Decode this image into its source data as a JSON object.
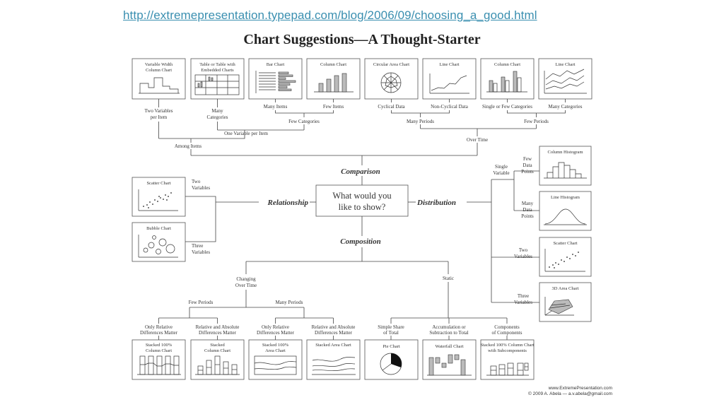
{
  "url": "http://extremepresentation.typepad.com/blog/2006/09/choosing_a_good.html",
  "title": "Chart Suggestions—A Thought-Starter",
  "center": [
    "What would you",
    "like to show?"
  ],
  "hubs": {
    "comparison": "Comparison",
    "relationship": "Relationship",
    "distribution": "Distribution",
    "composition": "Composition"
  },
  "top_charts": [
    [
      "Variable Width",
      "Column Chart"
    ],
    [
      "Table or Table with",
      "Embedded Charts"
    ],
    [
      "Bar Chart"
    ],
    [
      "Column Chart"
    ],
    [
      "Circular Area Chart"
    ],
    [
      "Line Chart"
    ],
    [
      "Column Chart"
    ],
    [
      "Line Chart"
    ]
  ],
  "comparison_labels": {
    "two_vars": [
      "Two Variables",
      "per Item"
    ],
    "many_cat": [
      "Many",
      "Categories"
    ],
    "many_items": "Many Items",
    "few_items": "Few Items",
    "cyclical": "Cyclical Data",
    "noncyclical": "Non-Cyclical Data",
    "single_few": "Single or Few Categories",
    "many_categories": "Many Categories",
    "few_categories": "Few Categories",
    "many_periods": "Many Periods",
    "few_periods": "Few Periods",
    "one_variable": "One Variable per Item",
    "among_items": "Among Items",
    "over_time": "Over Time"
  },
  "relationship": {
    "charts": [
      "Scatter Chart",
      "Bubble Chart"
    ],
    "labels": [
      [
        "Two",
        "Variables"
      ],
      [
        "Three",
        "Variables"
      ]
    ]
  },
  "distribution": {
    "charts": [
      "Column Histogram",
      "Line Histogram",
      "Scatter Chart",
      "3D Area Chart"
    ],
    "single_variable": [
      "Single",
      "Variable"
    ],
    "few_points": [
      "Few",
      "Data",
      "Points"
    ],
    "many_points": [
      "Many",
      "Data",
      "Points"
    ],
    "two_vars": [
      "Two",
      "Variables"
    ],
    "three_vars": [
      "Three",
      "Variables"
    ]
  },
  "composition": {
    "changing": [
      "Changing",
      "Over Time"
    ],
    "static": "Static",
    "few_periods": "Few Periods",
    "many_periods": "Many Periods",
    "labels": [
      [
        "Only Relative",
        "Differences Matter"
      ],
      [
        "Relative and Absolute",
        "Differences Matter"
      ],
      [
        "Only Relative",
        "Differences Matter"
      ],
      [
        "Relative and Absolute",
        "Differences Matter"
      ],
      [
        "Simple Share",
        "of Total"
      ],
      [
        "Accumulation or",
        "Subtraction to Total"
      ],
      [
        "Components",
        "of Components"
      ]
    ],
    "charts": [
      [
        "Stacked 100%",
        "Column Chart"
      ],
      [
        "Stacked",
        "Column Chart"
      ],
      [
        "Stacked 100%",
        "Area Chart"
      ],
      [
        "Stacked Area Chart"
      ],
      [
        "Pie Chart"
      ],
      [
        "Waterfall Chart"
      ],
      [
        "Stacked 100% Column Chart",
        "with Subcomponents"
      ]
    ]
  },
  "footer": {
    "site": "www.ExtremePresentation.com",
    "copyright": "© 2009  A. Abela — a.v.abela@gmail.com"
  }
}
